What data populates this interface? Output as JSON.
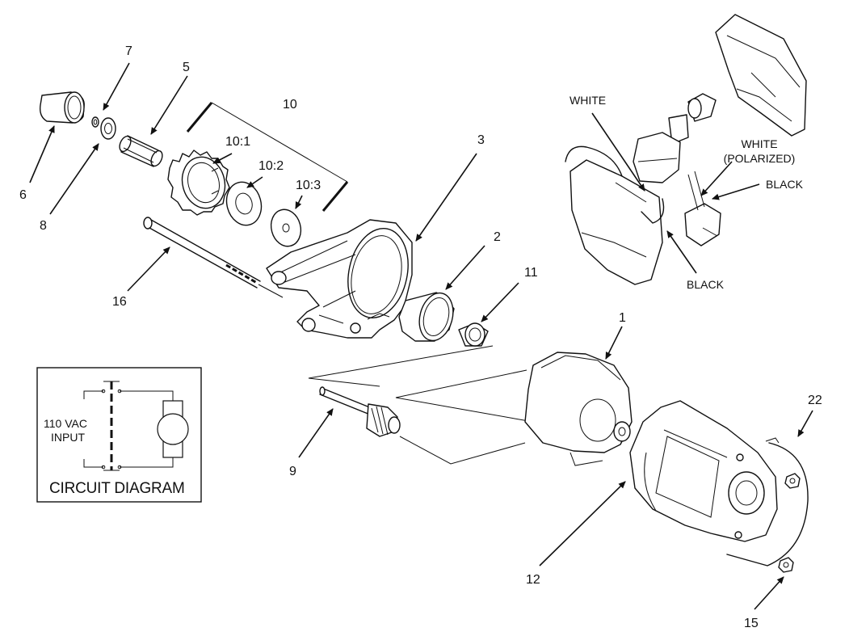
{
  "callouts": {
    "c1": "1",
    "c2": "2",
    "c3": "3",
    "c5": "5",
    "c6": "6",
    "c7": "7",
    "c8": "8",
    "c9": "9",
    "c10": "10",
    "c10_1": "10:1",
    "c10_2": "10:2",
    "c10_3": "10:3",
    "c11": "11",
    "c12": "12",
    "c15": "15",
    "c16": "16",
    "c22": "22"
  },
  "wires": {
    "white": "WHITE",
    "white_polarized_1": "WHITE",
    "white_polarized_2": "(POLARIZED)",
    "black_upper": "BLACK",
    "black_lower": "BLACK"
  },
  "circuit": {
    "input_line1": "110 VAC",
    "input_line2": "INPUT",
    "title": "CIRCUIT DIAGRAM"
  }
}
